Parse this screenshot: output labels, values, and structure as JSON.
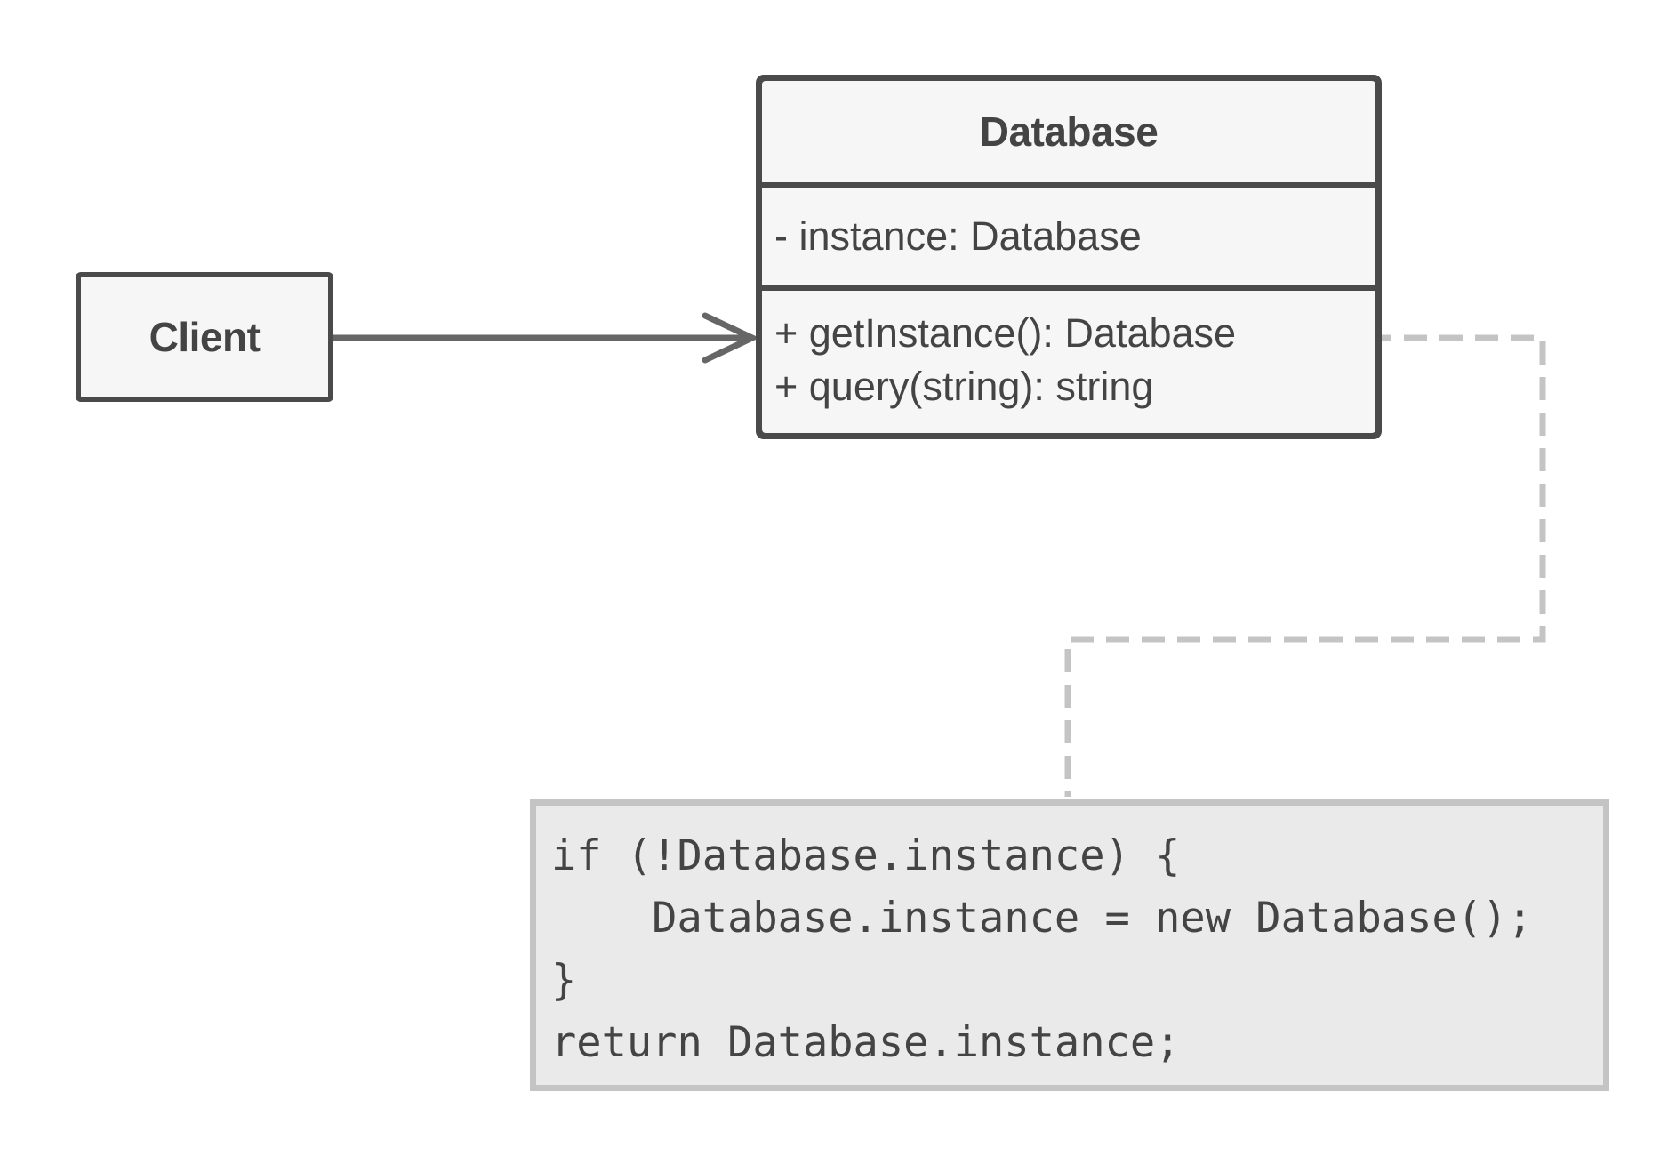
{
  "client": {
    "label": "Client"
  },
  "database_class": {
    "name": "Database",
    "attributes": [
      "- instance: Database"
    ],
    "methods": [
      "+ getInstance(): Database",
      "+ query(string): string"
    ]
  },
  "note": {
    "code_lines": [
      "if (!Database.instance) {",
      "    Database.instance = new Database();",
      "}",
      "return Database.instance;"
    ]
  },
  "colors": {
    "box_border": "#4a4a4a",
    "box_fill": "#f6f6f6",
    "note_border": "#c4c4c4",
    "note_fill": "#eaeaea",
    "connector": "#666666",
    "dashed_link": "#c4c4c4"
  }
}
